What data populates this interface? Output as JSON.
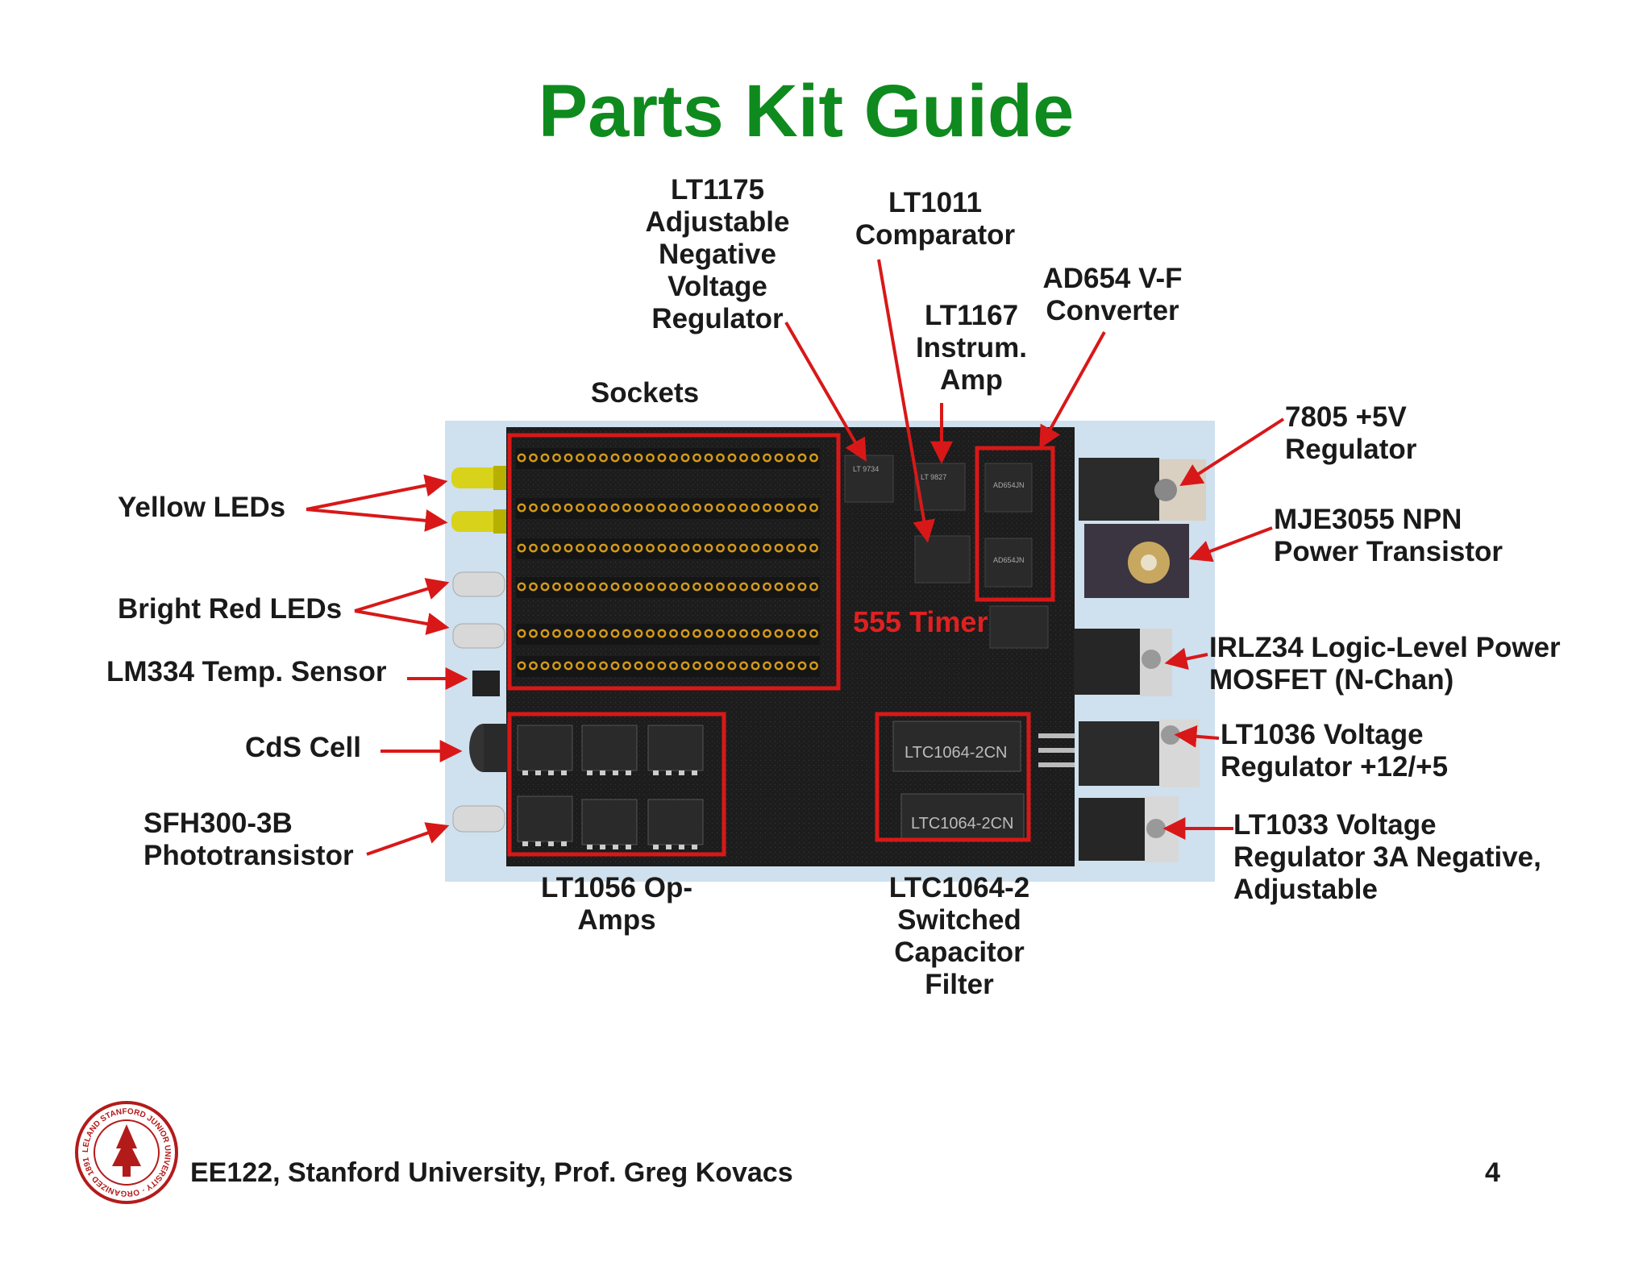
{
  "title": "Parts Kit Guide",
  "labels": {
    "lt1175": [
      "LT1175",
      "Adjustable",
      "Negative",
      "Voltage",
      "Regulator"
    ],
    "lt1011": [
      "LT1011",
      "Comparator"
    ],
    "ad654": [
      "AD654 V-F",
      "Converter"
    ],
    "lt1167": [
      "LT1167",
      "Instrum.",
      "Amp"
    ],
    "sockets": [
      "Sockets"
    ],
    "reg7805": [
      "7805 +5V",
      "Regulator"
    ],
    "mje3055": [
      "MJE3055 NPN",
      "Power Transistor"
    ],
    "yellow_leds": [
      "Yellow LEDs"
    ],
    "bright_red_leds": [
      "Bright Red LEDs"
    ],
    "lm334": [
      "LM334 Temp. Sensor"
    ],
    "timer555": [
      "555 Timer"
    ],
    "irlz34": [
      "IRLZ34 Logic-Level Power",
      "MOSFET (N-Chan)"
    ],
    "cds": [
      "CdS Cell"
    ],
    "lt1036": [
      "LT1036 Voltage",
      "Regulator +12/+5"
    ],
    "sfh300": [
      "SFH300-3B",
      "Phototransistor"
    ],
    "lt1033": [
      "LT1033 Voltage",
      "Regulator 3A Negative,",
      "Adjustable"
    ],
    "lt1056": [
      "LT1056 Op-",
      "Amps"
    ],
    "ltc1064": [
      "LTC1064-2",
      "Switched",
      "Capacitor",
      "Filter"
    ]
  },
  "chip_markings": {
    "ltc1064_top": "LTC1064-2CN",
    "ltc1064_bottom": "LTC1064-2CN"
  },
  "footer": "EE122, Stanford University, Prof. Greg Kovacs",
  "page_number": "4",
  "seal_text": "LELAND STANFORD JUNIOR UNIVERSITY · ORGANIZED 1891",
  "colors": {
    "title": "#0f8a1e",
    "annotation": "#d81818",
    "board": "#1c1c1c",
    "backdrop": "#cfe0ee",
    "pins": "#d49a1a"
  }
}
